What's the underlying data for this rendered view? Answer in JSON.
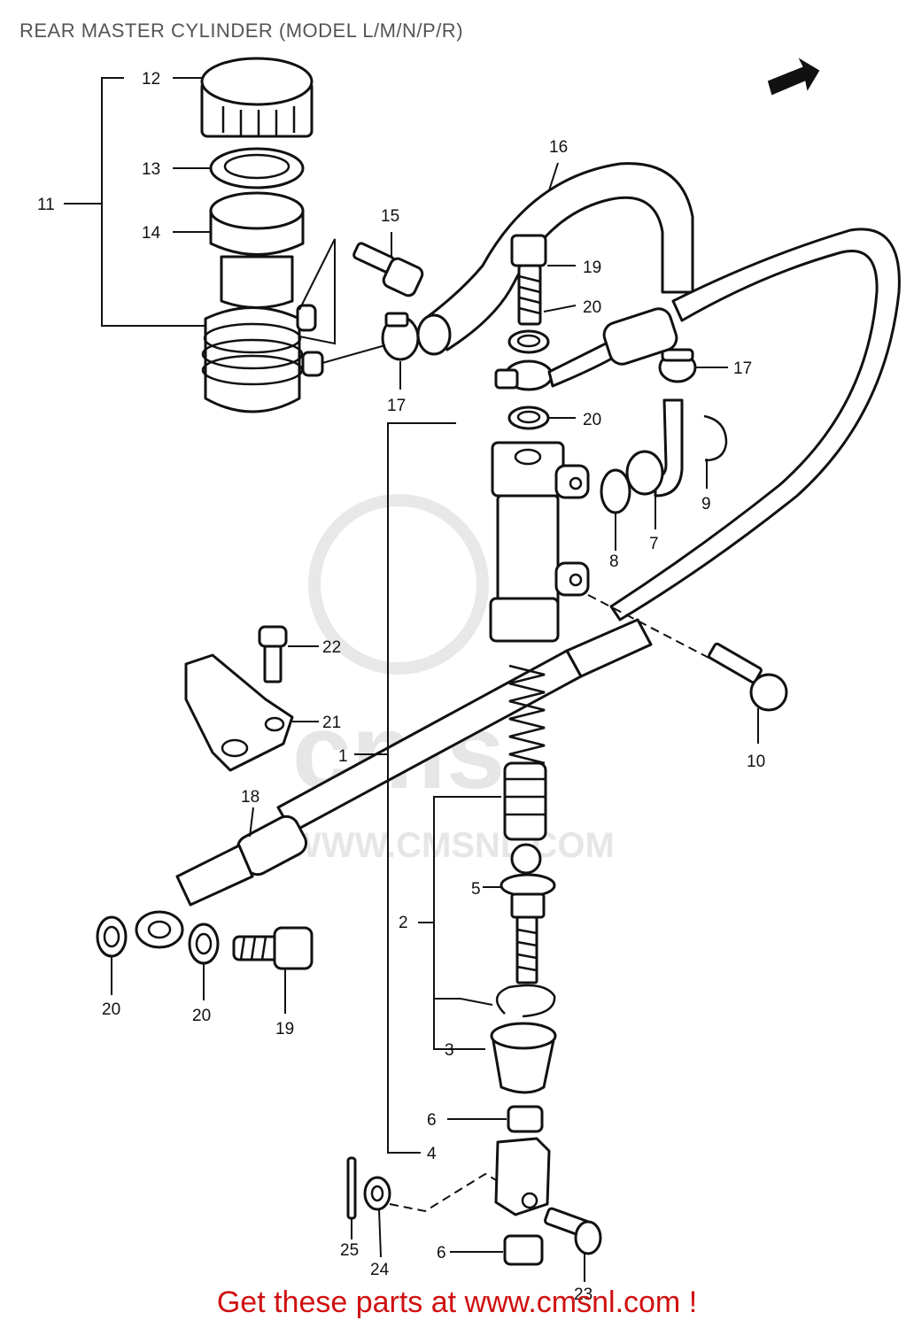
{
  "title": "REAR MASTER CYLINDER (MODEL L/M/N/P/R)",
  "footer": "Get these parts at www.cmsnl.com !",
  "colors": {
    "title": "#555555",
    "footer": "#d01010",
    "line": "#111111",
    "watermark": "#e6e6e6"
  },
  "watermark": {
    "logo_text": "cms",
    "url_text": "WWW.CMSNL.COM"
  },
  "icons": {
    "direction_arrow": "front-arrow-icon"
  },
  "callouts": {
    "c1": "1",
    "c2": "2",
    "c3": "3",
    "c4": "4",
    "c5": "5",
    "c6a": "6",
    "c6b": "6",
    "c7": "7",
    "c8": "8",
    "c9": "9",
    "c10": "10",
    "c11": "11",
    "c12": "12",
    "c13": "13",
    "c14": "14",
    "c15": "15",
    "c16": "16",
    "c17a": "17",
    "c17b": "17",
    "c18": "18",
    "c19a": "19",
    "c19b": "19",
    "c20a": "20",
    "c20b": "20",
    "c20c": "20",
    "c20d": "20",
    "c21": "21",
    "c22": "22",
    "c23": "23",
    "c24": "24",
    "c25": "25"
  }
}
